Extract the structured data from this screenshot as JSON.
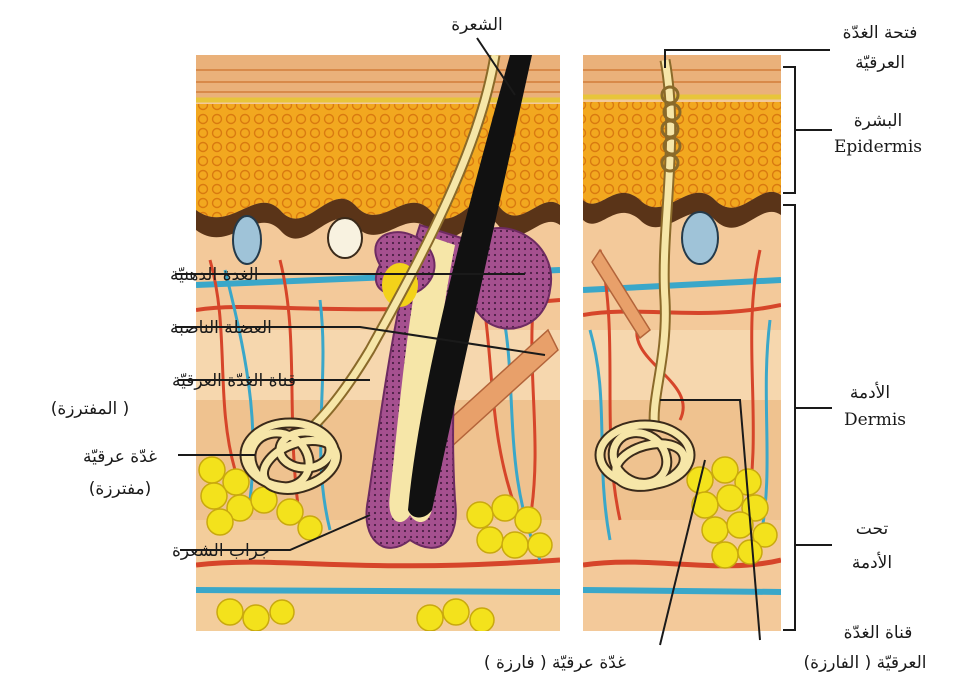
{
  "labels": {
    "hair": "الشعرة",
    "sweat_pore": [
      "فتحة الغدّة",
      "العرقيّة"
    ],
    "epidermis_ar": "البشرة",
    "epidermis_en": "Epidermis",
    "sebaceous_gland": "الغدة الدهنيّة",
    "arrector_muscle": "العضلة الناصبة",
    "apocrine_duct": [
      "قناة الغدّة العرقيّة",
      "( المفترزة)"
    ],
    "apocrine_gland": [
      "غدّة عرقيّة",
      "(مفترزة)"
    ],
    "hair_follicle": "جراب الشعرة",
    "dermis_ar": "الأدمة",
    "dermis_en": "Dermis",
    "hypodermis": [
      "تحت",
      "الأدمة"
    ],
    "eccrine_duct": [
      "قناة الغدّة",
      "العرقيّة ( الفارزة)"
    ],
    "eccrine_gland": "غدّة عرقيّة ( فارزة )"
  },
  "colors": {
    "skin_base": "#f3c99a",
    "epidermis_yellow": "#f2a81f",
    "cell_ring": "#d97a10",
    "dark_layer": "#5a3418",
    "vessel_red": "#d6452a",
    "vessel_blue": "#3aa7c9",
    "fat_yellow": "#f3e21c",
    "gland_purple": "#a5508f",
    "hair_black": "#111111",
    "duct_cream": "#f6e6a8",
    "line": "#1a1a1a"
  }
}
